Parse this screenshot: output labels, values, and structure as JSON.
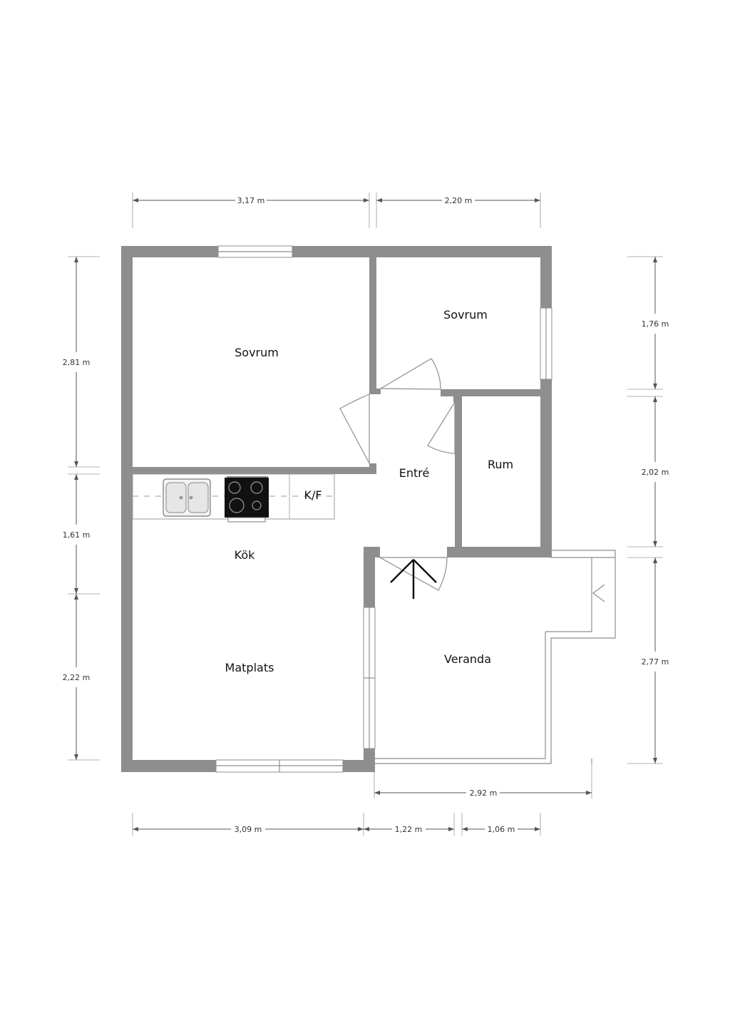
{
  "rooms": {
    "sovrum_large": "Sovrum",
    "sovrum_small": "Sovrum",
    "rum": "Rum",
    "entre": "Entré",
    "kok": "Kök",
    "kf": "K/F",
    "matplats": "Matplats",
    "veranda": "Veranda"
  },
  "dimensions": {
    "top_left": "3,17 m",
    "top_right": "2,20 m",
    "left_upper": "2,81 m",
    "left_middle": "1,61 m",
    "left_lower": "2,22 m",
    "right_upper": "1,76 m",
    "right_middle": "2,02 m",
    "right_lower": "2,77 m",
    "veranda_width": "2,92 m",
    "bottom_left": "3,09 m",
    "bottom_middle": "1,22 m",
    "bottom_right": "1,06 m"
  },
  "icons": {
    "entrance": "entrance-arrow-icon",
    "sink": "double-sink-icon",
    "stove": "stove-icon"
  },
  "colors": {
    "wall": "#8e8e8e",
    "stove": "#111111"
  }
}
